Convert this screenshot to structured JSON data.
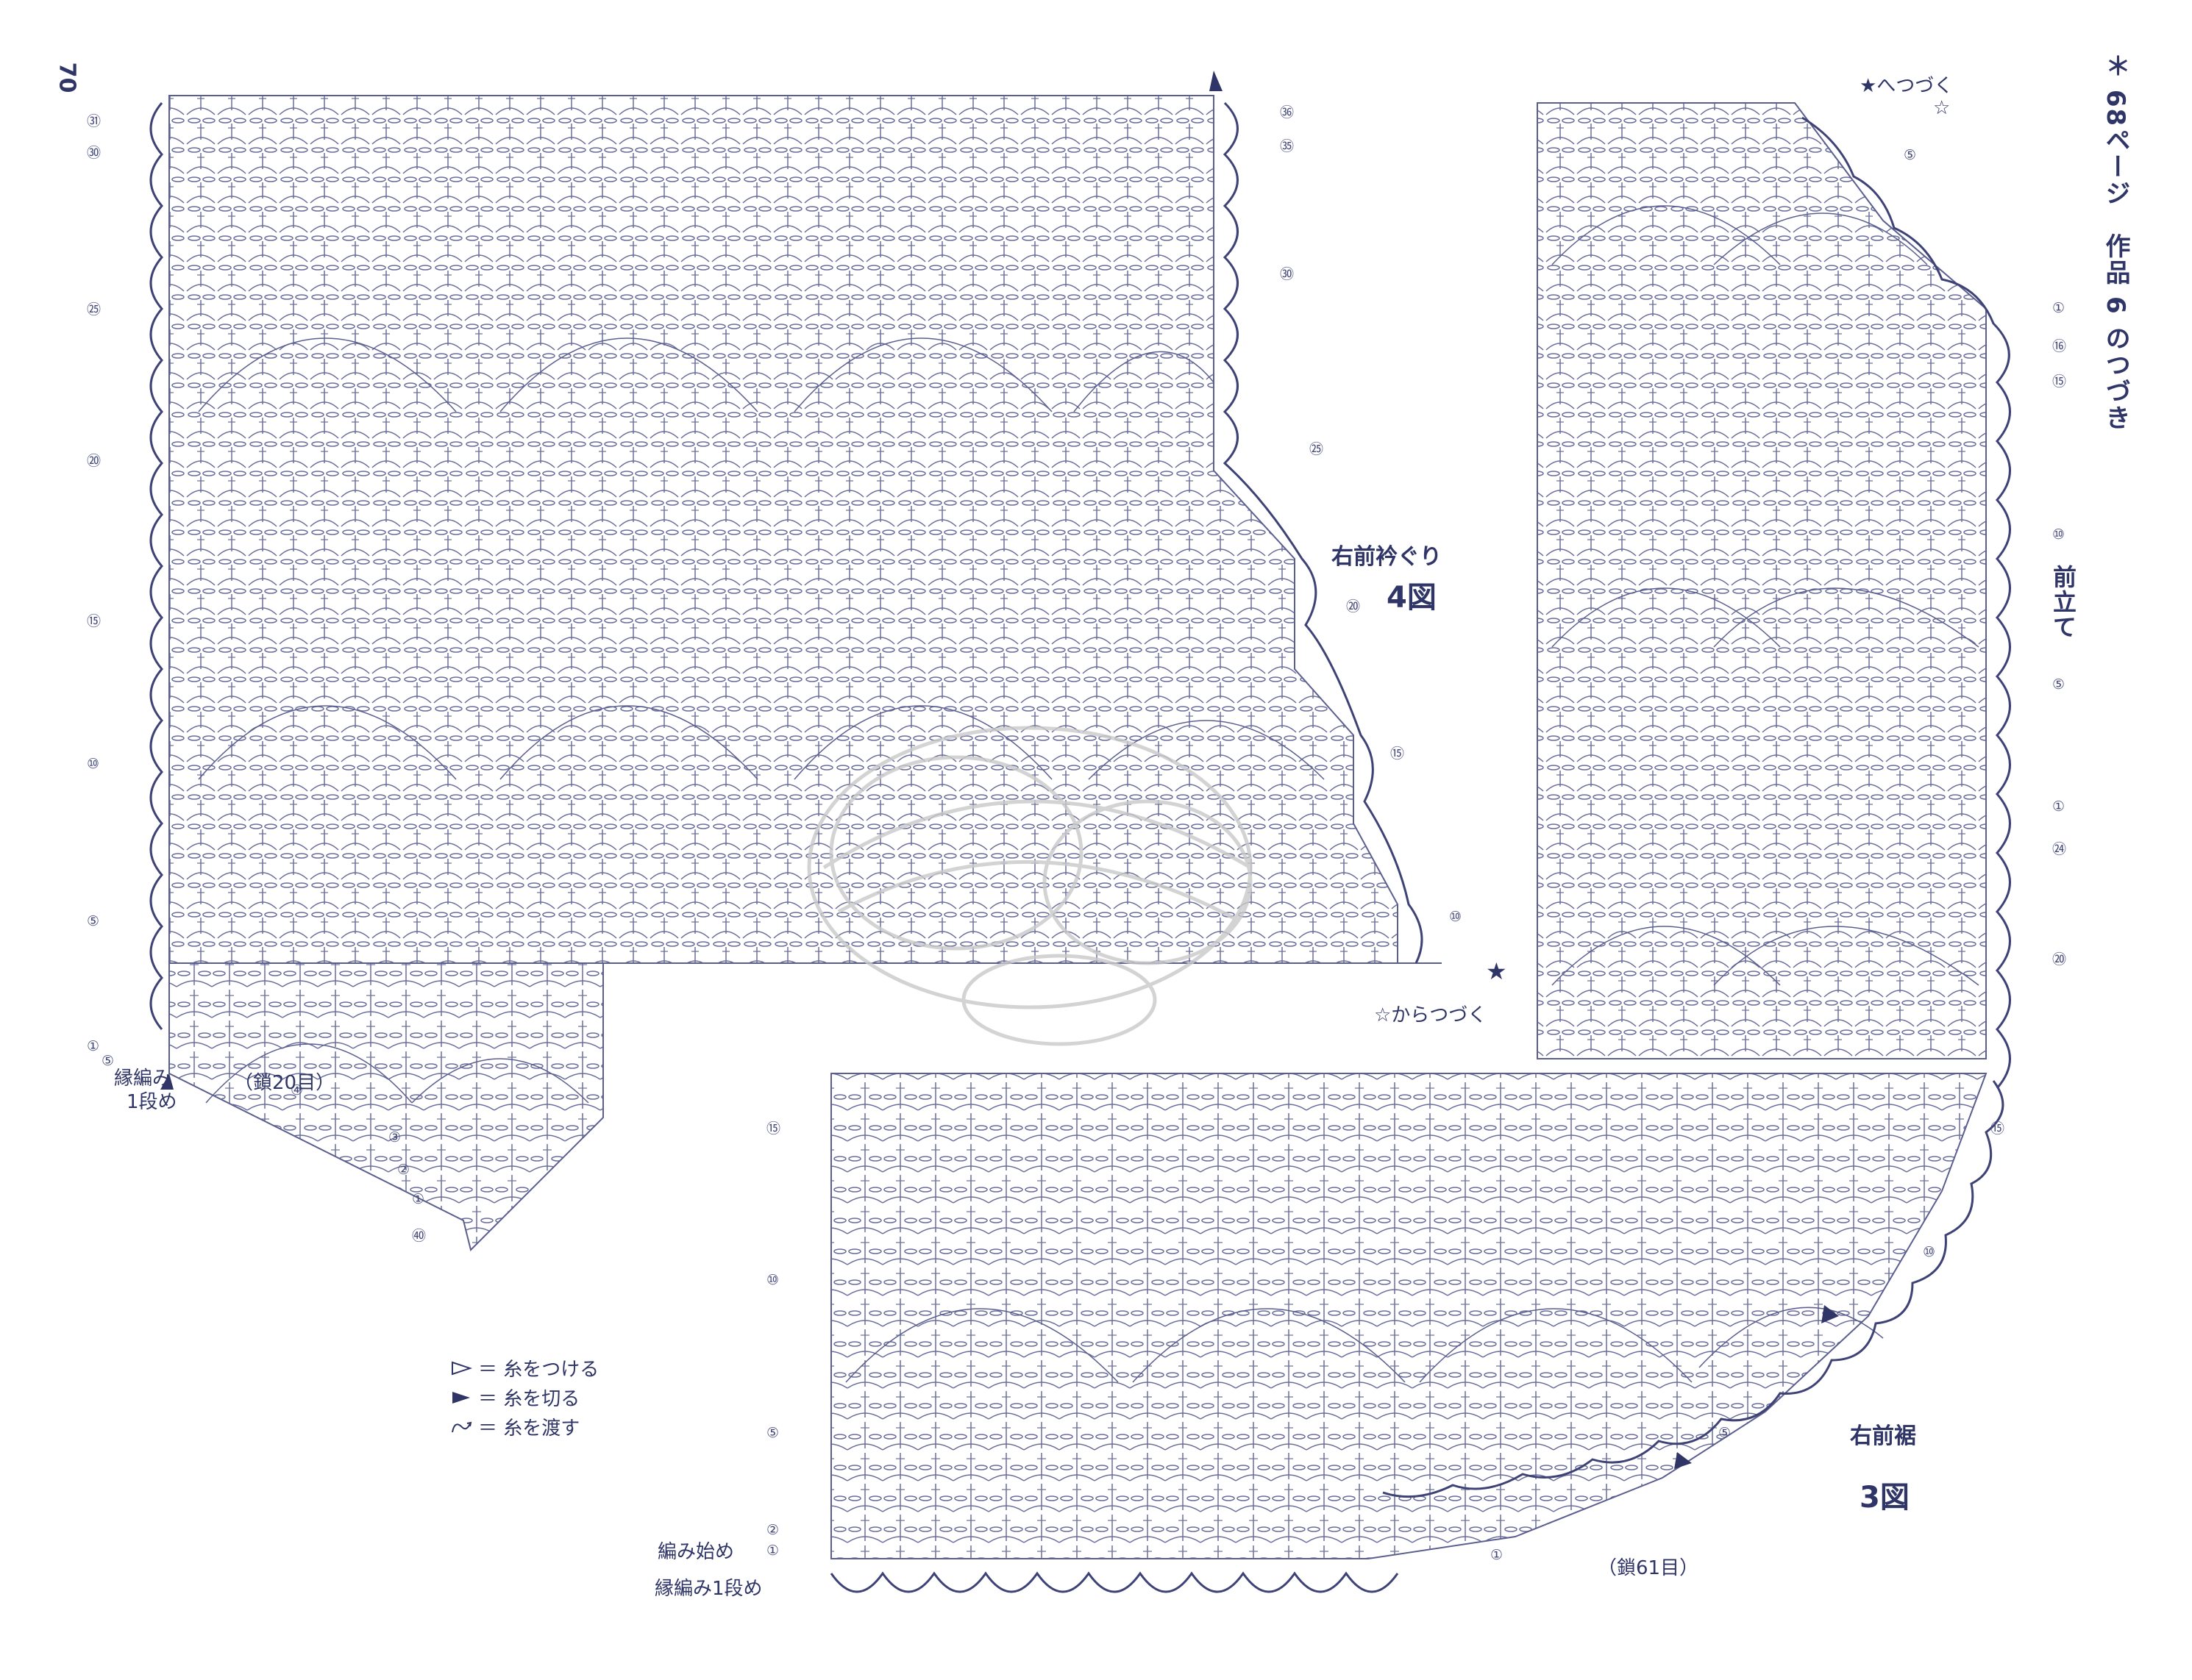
{
  "page_number": "70",
  "cross_reference": "＊ 68ページ　作品 6 のつづき",
  "figures": {
    "fig4": {
      "title": "右前衿ぐり",
      "number": "4図",
      "left_row_labels": [
        "㉛",
        "㉚",
        "㉕",
        "⑳",
        "⑮",
        "⑩",
        "⑤",
        "①",
        "⑤"
      ],
      "right_row_labels": [
        "㊱",
        "㉟",
        "㉚",
        "㉕",
        "⑳",
        "⑮",
        "⑩"
      ],
      "lower_labels": [
        "④",
        "③",
        "②",
        "①",
        "㊵"
      ],
      "continue_mark": "★",
      "continue_from": "☆からつづく",
      "edge_start_line1": "縁編み",
      "edge_start_line2": "1段め",
      "chain_count": "（鎖20目）"
    },
    "front_band": {
      "title": "前立て",
      "top_continue": "★へつづく",
      "top_mark": "☆",
      "right_row_labels": [
        "⑤",
        "①",
        "⑯",
        "⑮",
        "⑩",
        "⑤",
        "①",
        "㉔",
        "⑳"
      ]
    },
    "fig3": {
      "title": "右前裾",
      "number": "3図",
      "left_row_labels": [
        "⑮",
        "⑩",
        "⑤",
        "②",
        "①"
      ],
      "right_row_labels": [
        "⑮",
        "⑩",
        "⑤",
        "①"
      ],
      "start_label": "編み始め",
      "edge_label": "縁編み1段め",
      "chain_count": "（鎖61目）"
    }
  },
  "legend": [
    {
      "symbol": "join-yarn-icon",
      "text": "＝ 糸をつける"
    },
    {
      "symbol": "cut-yarn-icon",
      "text": "＝ 糸を切る"
    },
    {
      "symbol": "carry-yarn-icon",
      "text": "＝ 糸を渡す"
    }
  ],
  "colors": {
    "ink": "#2f3566",
    "stitch": "#5b5f8f",
    "watermark": "#c9c9c9"
  }
}
